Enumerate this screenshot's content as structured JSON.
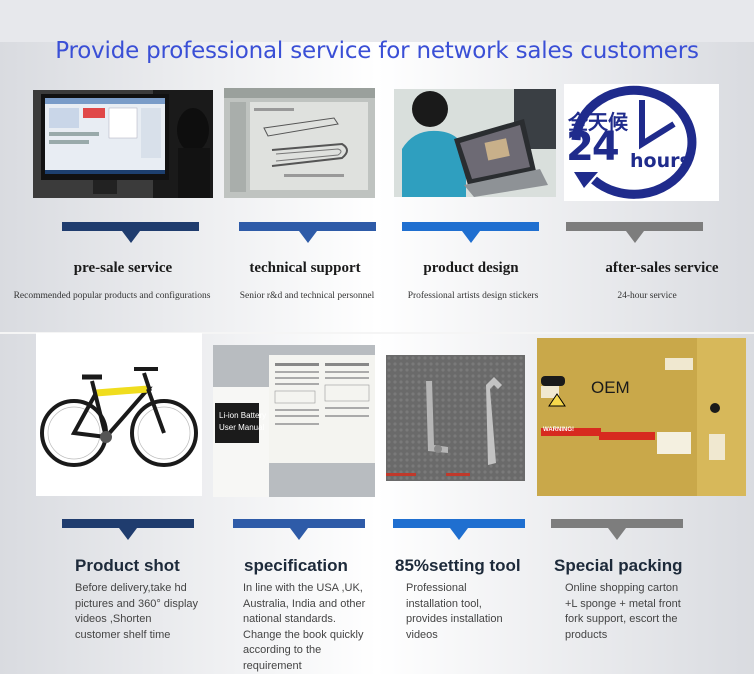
{
  "page": {
    "title": "Provide professional service for network sales customers"
  },
  "colors": {
    "navy": "#1f3c6e",
    "mid_blue": "#2e5ba8",
    "bright_blue": "#1f6fd0",
    "gray": "#7d7d7d",
    "title_blue": "#3a4fd6"
  },
  "top_row": [
    {
      "title": "pre-sale service",
      "desc": "Recommended popular products and configurations",
      "image": "monitor-photo",
      "bar": "#1f3c6e"
    },
    {
      "title": "technical support",
      "desc": "Senior r&d and technical personnel",
      "image": "cad-drawing-photo",
      "bar": "#2e5ba8"
    },
    {
      "title": "product design",
      "desc": "Professional artists design  stickers",
      "image": "designer-laptop-photo",
      "bar": "#1f6fd0"
    },
    {
      "title": "after-sales service",
      "desc": "24-hour service",
      "image": "clock-24-hours-logo",
      "bar": "#7d7d7d"
    }
  ],
  "clock_logo": {
    "cn_text": "全天候",
    "number": "24",
    "word": "hours"
  },
  "bottom_row": [
    {
      "title": "Product shot",
      "desc": [
        "Before delivery,take hd",
        "pictures and 360° display",
        "videos ,Shorten",
        "customer shelf time"
      ],
      "image": "bicycle-photo",
      "bar": "#1f3c6e"
    },
    {
      "title": "specification",
      "desc": [
        "In line with the USA ,UK,",
        "Australia, India and other",
        "national standards.",
        "Change the book quickly",
        "according to the",
        "requirement"
      ],
      "image": "manual-photo",
      "bar": "#2e5ba8"
    },
    {
      "title": "85%setting tool",
      "desc": [
        "Professional",
        "installation tool,",
        "provides installation",
        "videos"
      ],
      "image": "tools-photo",
      "bar": "#1f6fd0"
    },
    {
      "title": "Special packing",
      "desc": [
        "Online shopping carton",
        "+L sponge + metal front",
        "fork support, escort the",
        "products"
      ],
      "image": "carton-box-photo",
      "bar": "#7d7d7d"
    }
  ],
  "manual": {
    "cover_line1": "Li-ion Battery",
    "cover_line2": "User Manual"
  },
  "carton": {
    "label": "OEM",
    "warning": "WARNING!"
  }
}
